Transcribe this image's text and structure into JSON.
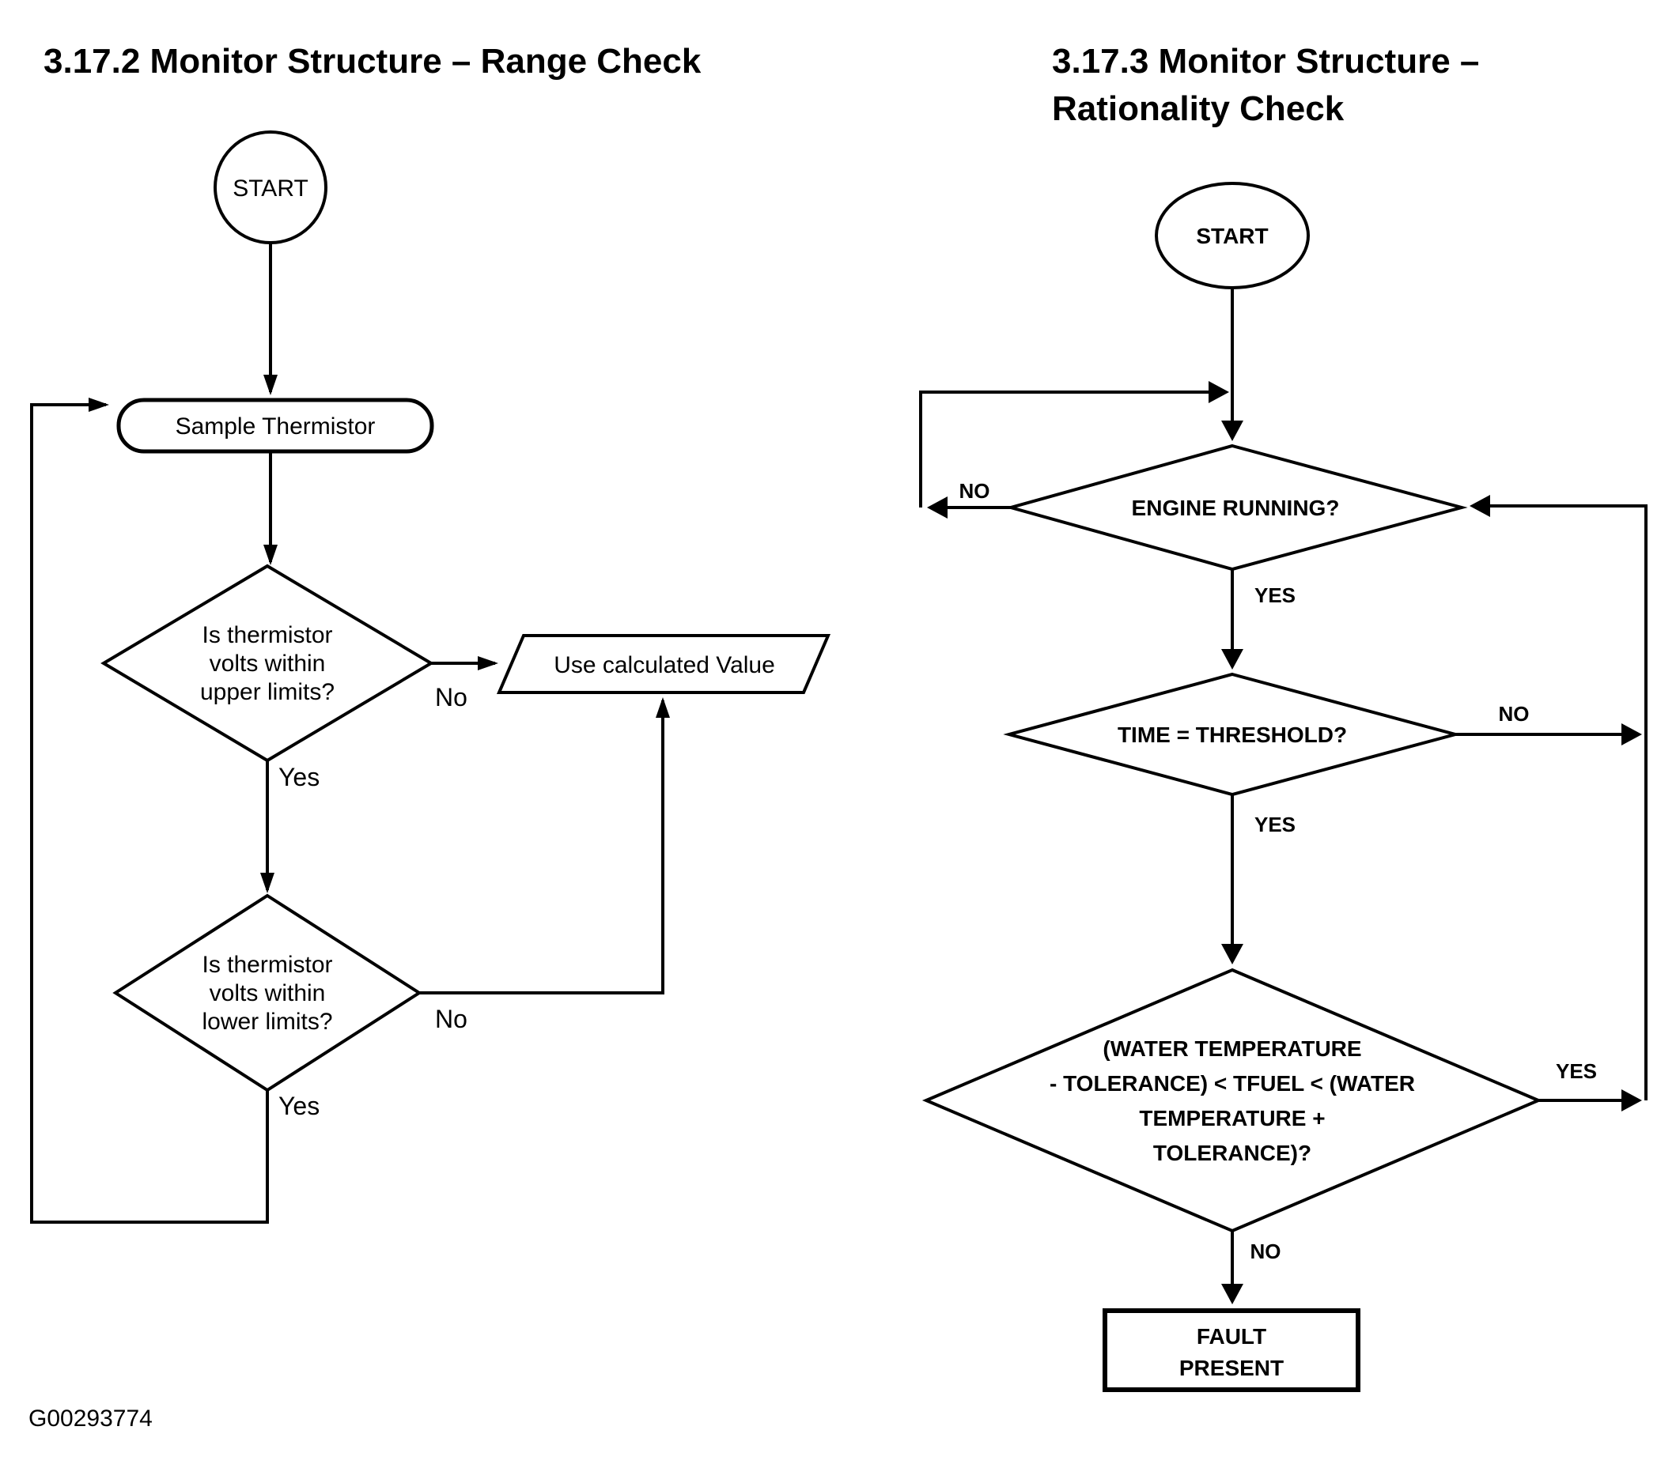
{
  "colors": {
    "ink": "#000000",
    "paper": "#ffffff"
  },
  "titles": {
    "left": "3.17.2 Monitor Structure – Range Check",
    "right_line1": "3.17.3 Monitor Structure –",
    "right_line2": "Rationality Check"
  },
  "range_check": {
    "start": "START",
    "process": "Sample Thermistor",
    "decision_upper": {
      "lines": [
        "Is thermistor",
        "volts within",
        "upper limits?"
      ],
      "no": "No",
      "yes": "Yes"
    },
    "output": "Use calculated Value",
    "decision_lower": {
      "lines": [
        "Is thermistor",
        "volts within",
        "lower limits?"
      ],
      "no": "No",
      "yes": "Yes"
    }
  },
  "rationality_check": {
    "start": "START",
    "decision_engine": {
      "label": "ENGINE RUNNING?",
      "no": "NO",
      "yes": "YES"
    },
    "decision_time": {
      "label": "TIME = THRESHOLD?",
      "no": "NO",
      "yes": "YES"
    },
    "decision_temp": {
      "lines": [
        "(WATER TEMPERATURE",
        "- TOLERANCE) < TFUEL < (WATER",
        "TEMPERATURE +",
        "TOLERANCE)?"
      ],
      "no": "NO",
      "yes": "YES"
    },
    "terminal": {
      "lines": [
        "FAULT",
        "PRESENT"
      ]
    }
  },
  "footer": {
    "figure_id": "G00293774"
  }
}
